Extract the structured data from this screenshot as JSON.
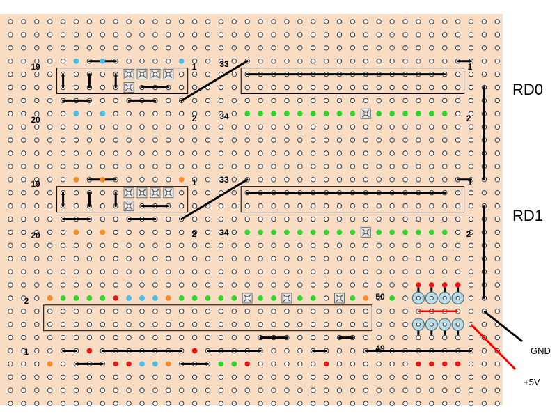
{
  "board": {
    "colors": {
      "board": "#f8dcc4",
      "hole_fill": "#ffffff",
      "hole_stroke": "#303030",
      "link": "#000000",
      "outline": "#000000",
      "green": "#22dd22",
      "blue": "#3cc3f0",
      "orange": "#ff8a1e",
      "red": "#ee1111",
      "pin_fill": "#b8dbe8",
      "pin_stroke": "#4d6f80",
      "gnd_wire": "#000000",
      "vcc_wire": "#ff0000"
    }
  },
  "labels": {
    "rd0": "RD0",
    "rd1": "RD1",
    "gnd": "GND",
    "vcc": "+5V"
  },
  "pin_numbers": {
    "s0_19": "19",
    "s0_20": "20",
    "s0_1": "1",
    "s0_2": "2",
    "s0_33": "33",
    "s0_34": "34",
    "s0_r1": "1",
    "s0_r2": "2",
    "s1_19": "19",
    "s1_20": "20",
    "s1_1": "1",
    "s1_2": "2",
    "s1_33": "33",
    "s1_34": "34",
    "s1_r1": "1",
    "s1_r2": "2",
    "b_2": "2",
    "b_1": "1",
    "b_50": "50",
    "b_49": "49"
  }
}
